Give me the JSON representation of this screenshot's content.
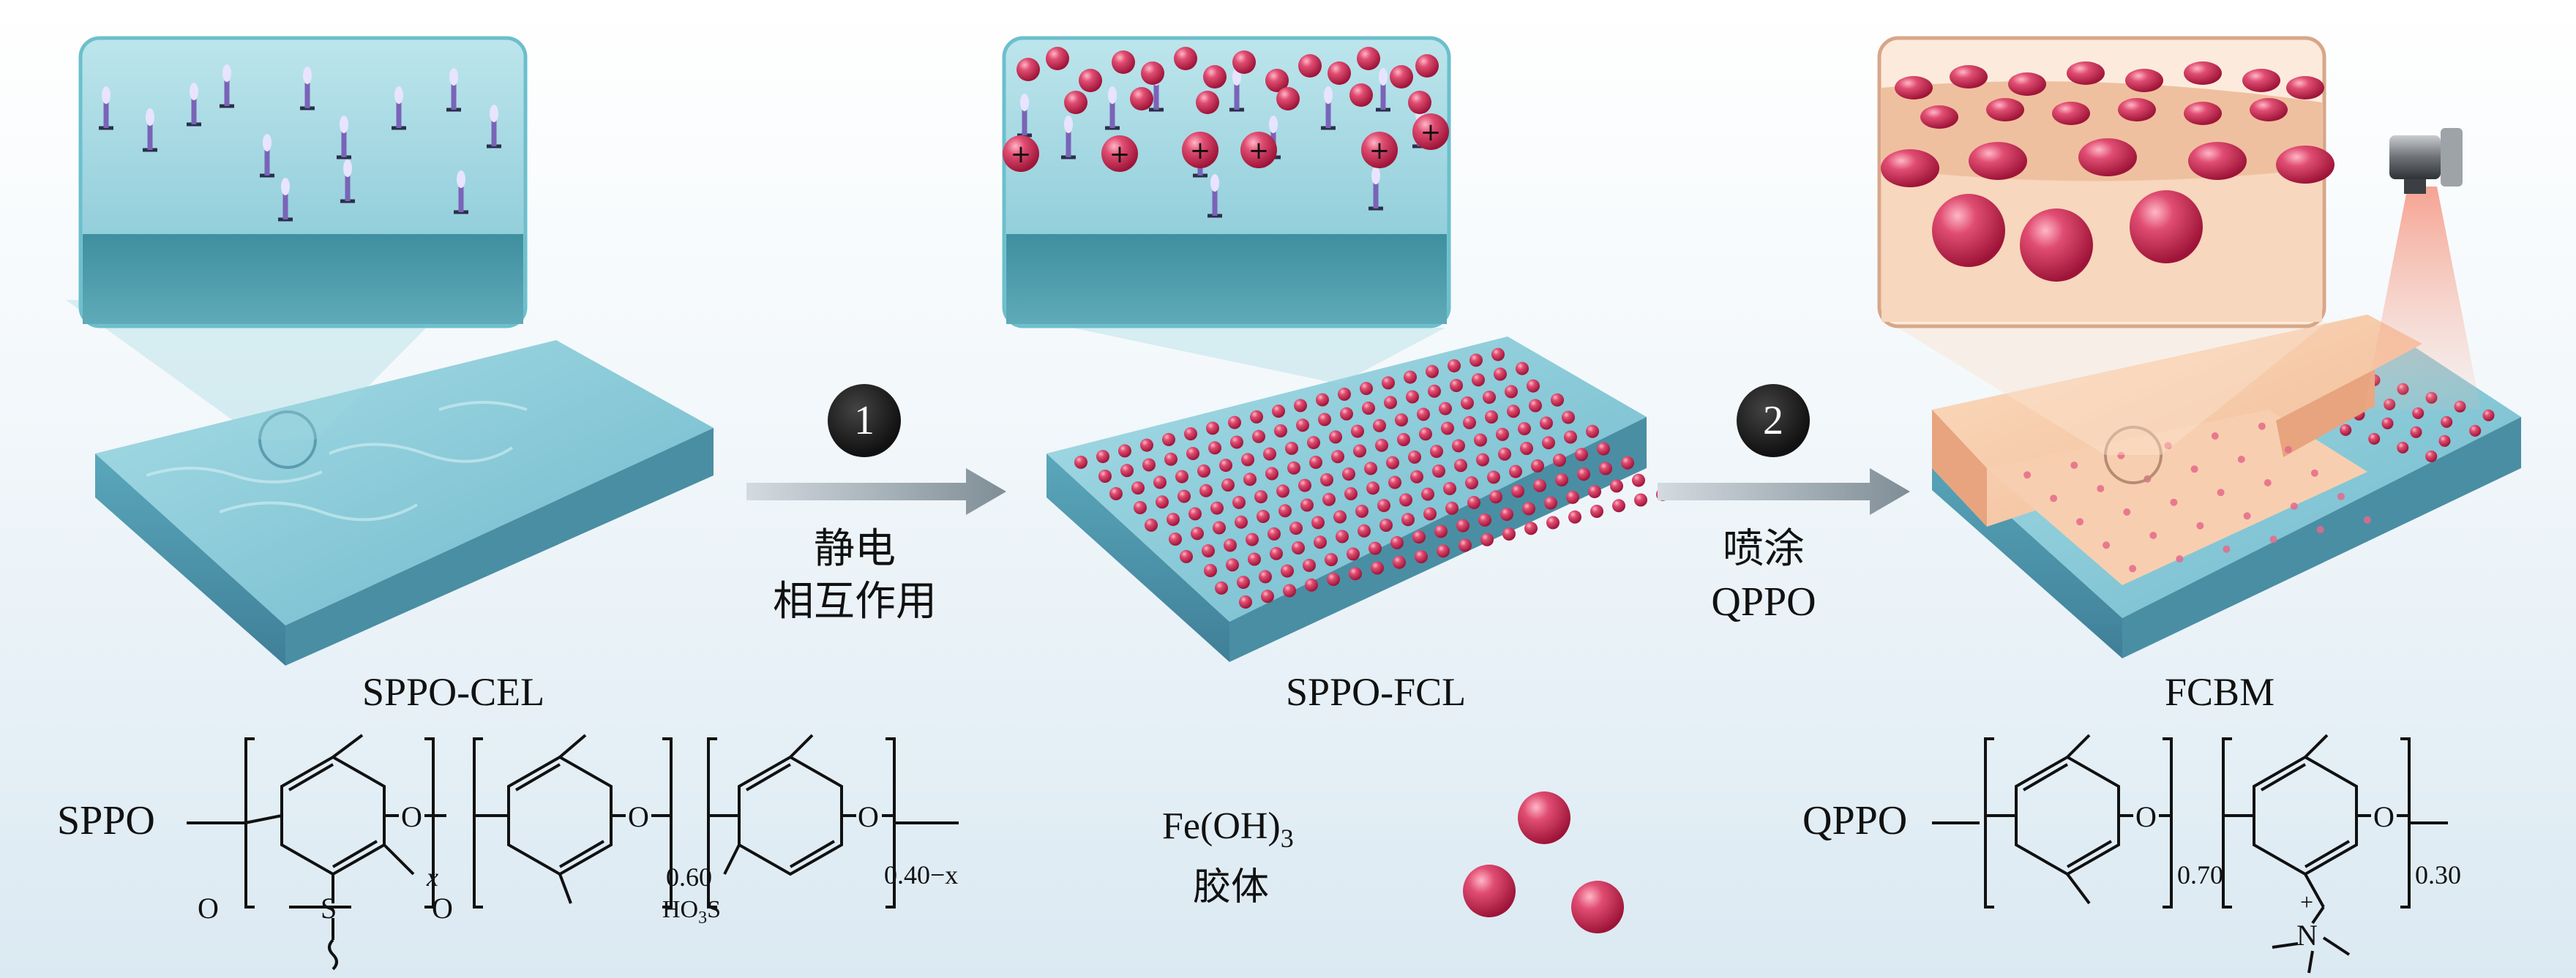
{
  "membranes": [
    {
      "label": "SPPO-CEL"
    },
    {
      "label": "SPPO-FCL"
    },
    {
      "label": "FCBM"
    }
  ],
  "steps": [
    {
      "number": "1",
      "lines": [
        "静电",
        "相互作用"
      ]
    },
    {
      "number": "2",
      "lines": [
        "喷涂",
        "QPPO"
      ]
    }
  ],
  "structures": {
    "sppo": {
      "name": "SPPO",
      "sub_x": "x",
      "sub_060": "0.60",
      "sub_040x": "0.40−x",
      "ho3s": "HO3S",
      "o": "O",
      "s": "S"
    },
    "colloid": {
      "formula": "Fe(OH)",
      "formula_sub": "3",
      "label": "胶体"
    },
    "qppo": {
      "name": "QPPO",
      "sub_070": "0.70",
      "sub_030": "0.30",
      "o": "O",
      "n": "N",
      "charge": "+"
    }
  },
  "colors": {
    "membrane_top": "#7cc4d4",
    "membrane_side": "#4e97ad",
    "particle": "#d8345a",
    "coating": "#f6c9a6",
    "arrow": "#8e9ba3",
    "inset_border_teal": "#6cbfcc",
    "inset_border_tan": "#d8a688"
  }
}
